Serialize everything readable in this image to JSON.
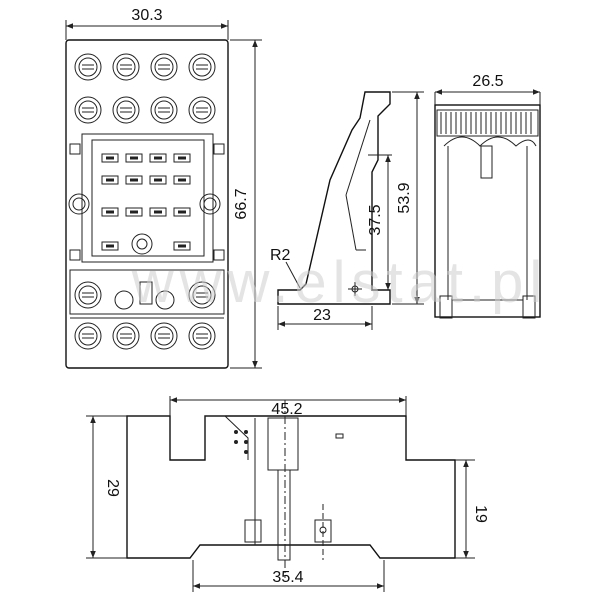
{
  "watermark": "www.elstat.pl",
  "top_view": {
    "width_label": "30.3",
    "height_label": "66.7"
  },
  "side_view": {
    "height_label": "53.9",
    "inner_height_label": "37.5",
    "base_label": "23",
    "radius_label": "R2"
  },
  "end_view": {
    "width_label": "26.5"
  },
  "front_view": {
    "width_label": "45.2",
    "height_label": "29",
    "inner_height_label": "19",
    "base_width_label": "35.4"
  }
}
